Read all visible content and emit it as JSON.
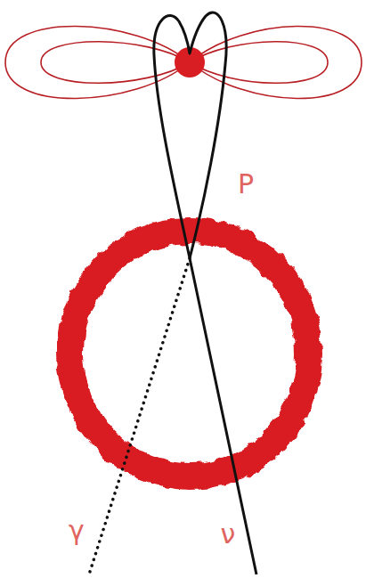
{
  "diagram": {
    "labels": [
      "P",
      "γ",
      "ν"
    ]
  }
}
